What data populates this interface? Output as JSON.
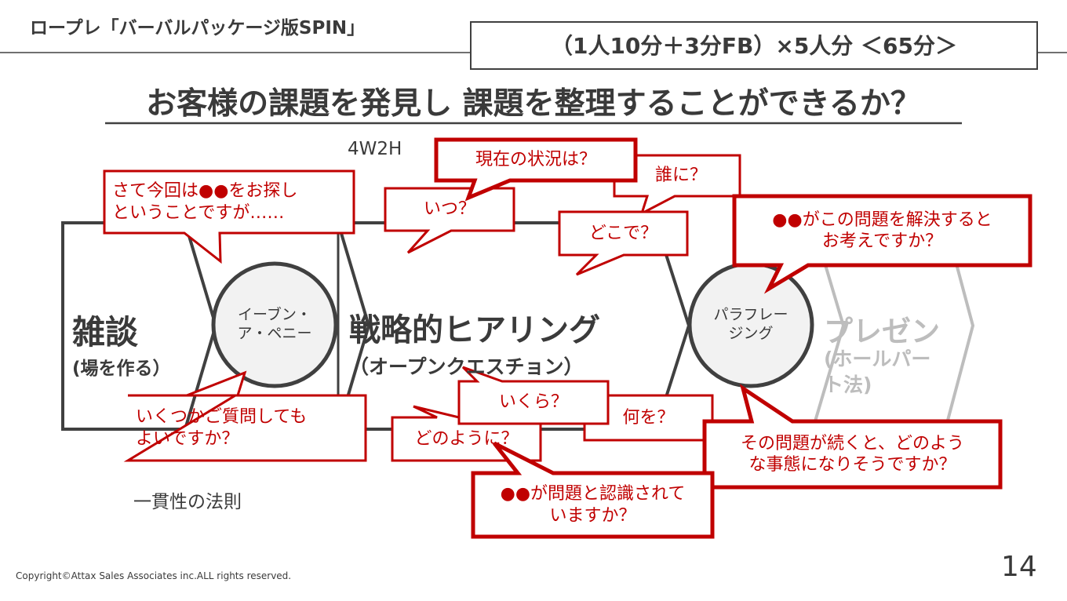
{
  "header": {
    "title": "ロープレ「バーバルパッケージ版SPIN」",
    "time_box": "（1人10分＋3分FB）×5人分 ＜65分＞"
  },
  "main_question": "お客様の課題を発見し 課題を整理することができるか？",
  "labels": {
    "four_w_two_h": "4W2H",
    "consistency": "一貫性の法則",
    "copyright": "Copyright©Attax Sales Associates inc.ALL rights reserved.",
    "page_number": "14"
  },
  "flow": {
    "small_talk": {
      "title": "雑談",
      "sub": "(場を作る）"
    },
    "even_a_penny": "イーブン・\nア・ペニー",
    "strategic_hearing": {
      "title": "戦略的ヒアリング",
      "sub": "（オープンクエスチョン）"
    },
    "paraphrasing": "パラフレー\nジング",
    "presentation": {
      "title": "プレゼン",
      "sub": "(ホールパー\nト法)"
    }
  },
  "bubbles": {
    "intro": "さて今回は●●をお探し\nということですが……",
    "current_status": "現在の状況は？",
    "when": "いつ？",
    "to_whom": "誰に？",
    "where": "どこで？",
    "solve": "●●がこの問題を解決すると\nお考えですか？",
    "may_i_ask": "いくつかご質問しても\nよいですか？",
    "how_much": "いくら？",
    "what": "何を？",
    "how": "どのように？",
    "continue": "その問題が続くと、どのよう\nな事態になりそうですか？",
    "recognize": "●●が問題と認識されて\nいますか？"
  },
  "colors": {
    "accent": "#c00000",
    "line": "#404040",
    "faded": "#bdbdbd",
    "circle_fill": "#f2f2f2"
  }
}
